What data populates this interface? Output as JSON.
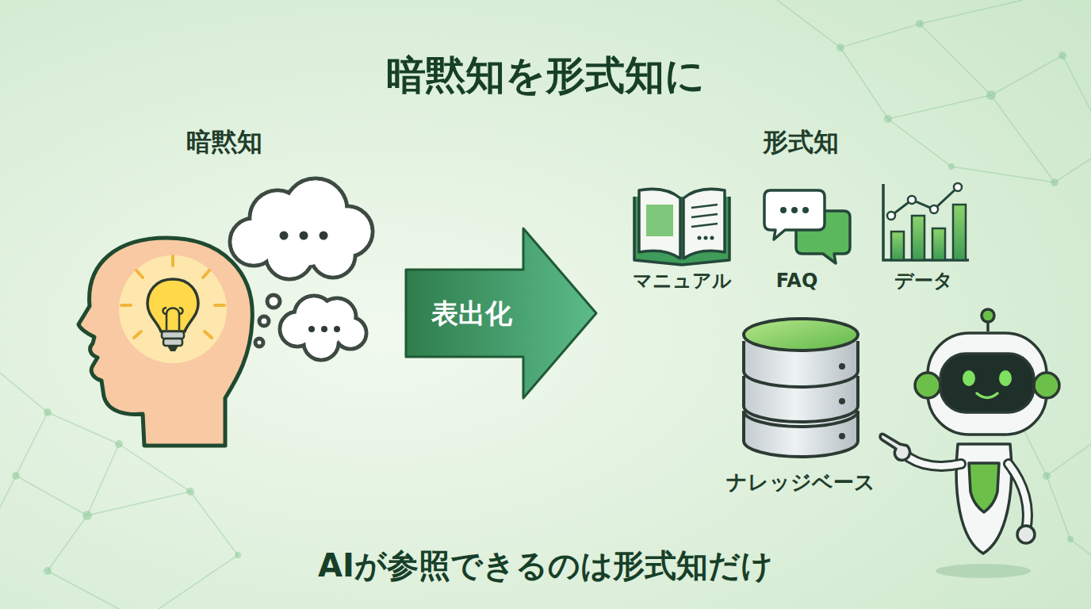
{
  "diagram": {
    "title": "暗黙知を形式知に",
    "caption": "AIが参照できるのは形式知だけ",
    "nodes": [
      {
        "text": [
          "暗黙知"
        ]
      },
      {
        "text": [
          "表出化"
        ]
      },
      {
        "text": [
          "形式知"
        ]
      },
      {
        "text": [
          "マニュアル"
        ],
        "in": 2
      },
      {
        "text": [
          "FAQ"
        ],
        "in": 2
      },
      {
        "text": [
          "データ"
        ],
        "in": 2
      },
      {
        "text": [
          "ナレッジベース"
        ],
        "in": 2
      }
    ]
  }
}
